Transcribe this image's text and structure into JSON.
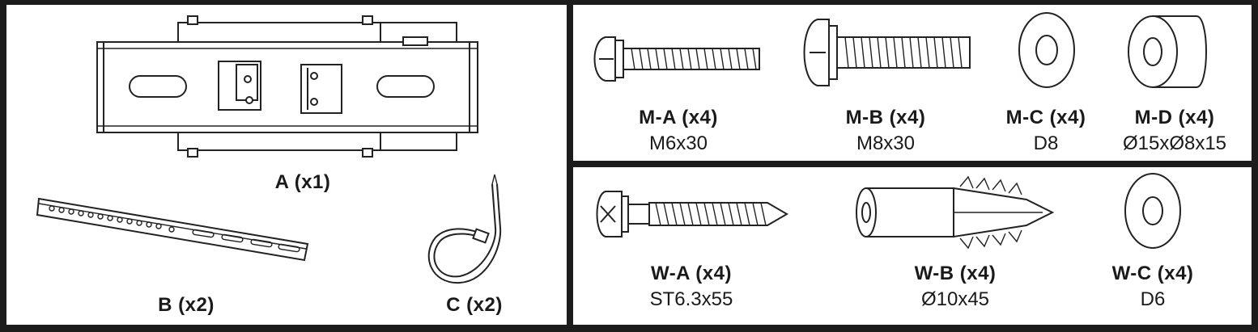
{
  "parts_left": [
    {
      "id": "A",
      "label": "A (x1)",
      "icon": "wall-plate-icon"
    },
    {
      "id": "B",
      "label": "B (x2)",
      "icon": "bracket-arm-icon"
    },
    {
      "id": "C",
      "label": "C (x2)",
      "icon": "cable-tie-icon"
    }
  ],
  "monitor_screws": [
    {
      "label": "M-A (x4)",
      "spec": "M6x30",
      "icon": "screw-m6-icon"
    },
    {
      "label": "M-B (x4)",
      "spec": "M8x30",
      "icon": "screw-m8-icon"
    },
    {
      "label": "M-C (x4)",
      "spec": "D8",
      "icon": "washer-d8-icon"
    },
    {
      "label": "M-D (x4)",
      "spec": "Ø15xØ8x15",
      "icon": "spacer-icon"
    }
  ],
  "wall_hardware": [
    {
      "label": "W-A (x4)",
      "spec": "ST6.3x55",
      "icon": "lag-bolt-icon"
    },
    {
      "label": "W-B (x4)",
      "spec": "Ø10x45",
      "icon": "wall-anchor-icon"
    },
    {
      "label": "W-C (x4)",
      "spec": "D6",
      "icon": "washer-d6-icon"
    }
  ]
}
